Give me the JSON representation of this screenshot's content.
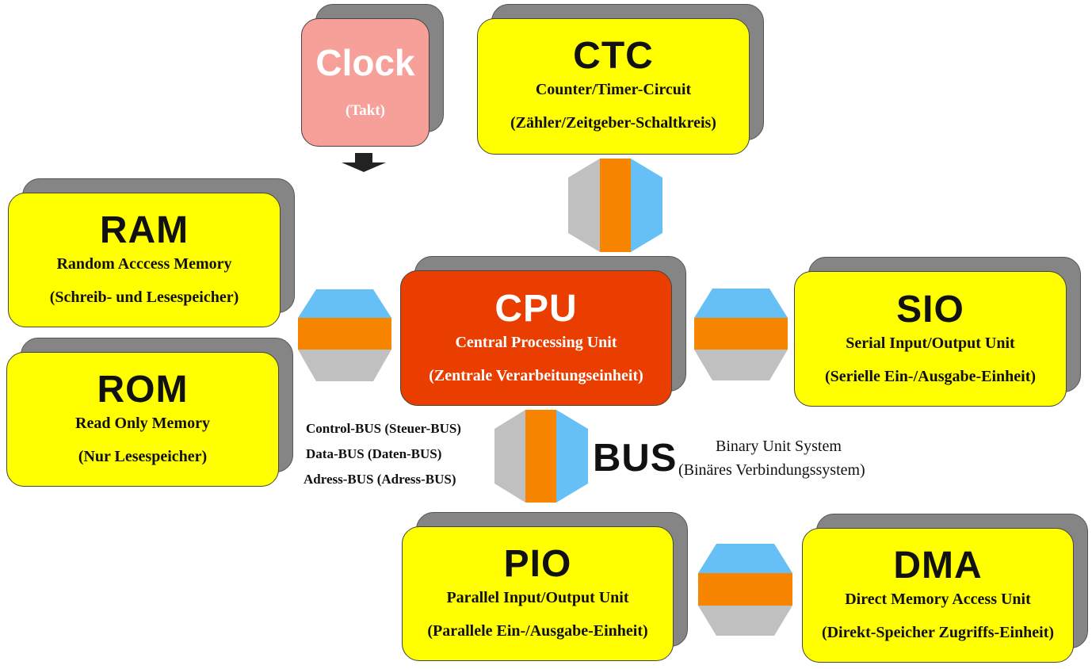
{
  "units": {
    "clock": {
      "abbr": "Clock",
      "line1": "(Takt)"
    },
    "ctc": {
      "abbr": "CTC",
      "line1": "Counter/Timer-Circuit",
      "line2": "(Zähler/Zeitgeber-Schaltkreis)"
    },
    "ram": {
      "abbr": "RAM",
      "line1": "Random Acccess Memory",
      "line2": "(Schreib- und Lesespeicher)"
    },
    "rom": {
      "abbr": "ROM",
      "line1": "Read Only Memory",
      "line2": "(Nur Lesespeicher)"
    },
    "cpu": {
      "abbr": "CPU",
      "line1": "Central Processing Unit",
      "line2": "(Zentrale Verarbeitungseinheit)"
    },
    "sio": {
      "abbr": "SIO",
      "line1": "Serial Input/Output Unit",
      "line2": "(Serielle Ein-/Ausgabe-Einheit)"
    },
    "pio": {
      "abbr": "PIO",
      "line1": "Parallel Input/Output Unit",
      "line2": "(Parallele Ein-/Ausgabe-Einheit)"
    },
    "dma": {
      "abbr": "DMA",
      "line1": "Direct Memory Access Unit",
      "line2": "(Direkt-Speicher Zugriffs-Einheit)"
    }
  },
  "bus": {
    "word": "BUS",
    "control": "Control-BUS (Steuer-BUS)",
    "data": "Data-BUS (Daten-BUS)",
    "address": "Adress-BUS (Adress-BUS)",
    "expansion": "Binary Unit System",
    "expansion_de": "(Binäres Verbindungssystem)"
  },
  "colors": {
    "control_bus": "#c0c0c0",
    "data_bus": "#f78500",
    "address_bus": "#66c0f5",
    "unit_fill": "#ffff00",
    "cpu_fill": "#ea3e00",
    "clock_fill": "#f7a09a",
    "shadow": "#858585"
  }
}
